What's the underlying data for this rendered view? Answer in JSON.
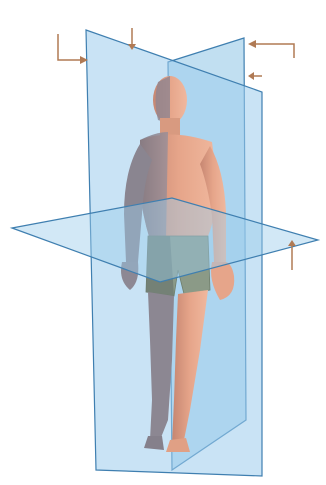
{
  "diagram": {
    "description_visible_text": [],
    "planes": [
      {
        "name": "midsagittal-plane"
      },
      {
        "name": "frontal-plane"
      },
      {
        "name": "transverse-plane"
      }
    ],
    "pointers": [
      {
        "name": "pointer-top-left"
      },
      {
        "name": "pointer-top-center"
      },
      {
        "name": "pointer-top-right"
      },
      {
        "name": "pointer-mid-right"
      },
      {
        "name": "pointer-right-transverse"
      }
    ],
    "colors": {
      "plane_fill": "#8ec4e6",
      "plane_stroke": "#3f7fb0",
      "skin": "#e7a68a",
      "skin_shadow": "#c98670",
      "shorts": "#8b9a87",
      "pointer": "#b07a54"
    }
  }
}
